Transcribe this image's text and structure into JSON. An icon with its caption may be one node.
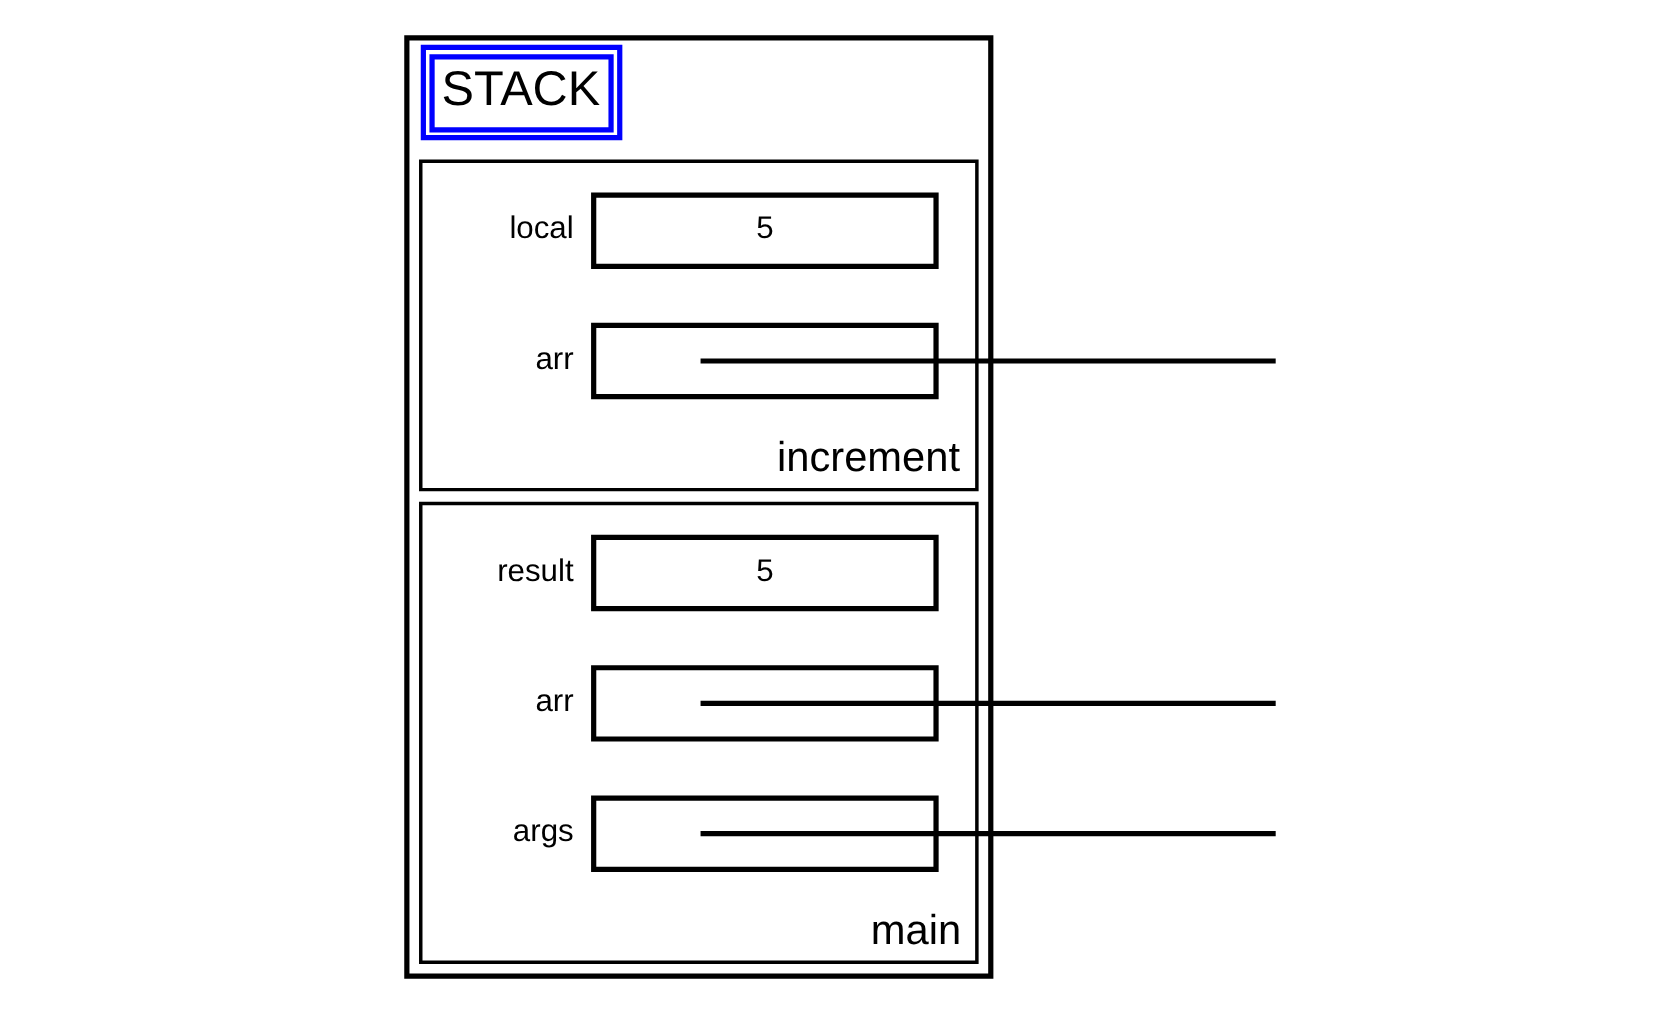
{
  "diagram": {
    "nodes": [
      {
        "text": [
          "STACK"
        ]
      },
      {
        "text": [
          "increment"
        ],
        "in": 0
      },
      {
        "text": [
          "5"
        ],
        "beside": [
          "local"
        ],
        "in": 1
      },
      {
        "text": [],
        "shape": "box",
        "beside": [
          "arr"
        ],
        "in": 1
      },
      {
        "text": [
          "main"
        ],
        "in": 0
      },
      {
        "text": [
          "5"
        ],
        "beside": [
          "result"
        ],
        "in": 4
      },
      {
        "text": [],
        "shape": "box",
        "beside": [
          "arr"
        ],
        "in": 4
      },
      {
        "text": [],
        "shape": "box",
        "beside": [
          "args"
        ],
        "in": 4
      }
    ],
    "edges": [
      {
        "from": 3,
        "to": null,
        "arrow": "none"
      },
      {
        "from": 6,
        "to": null,
        "arrow": "none"
      },
      {
        "from": 7,
        "to": null,
        "arrow": "none"
      }
    ]
  }
}
